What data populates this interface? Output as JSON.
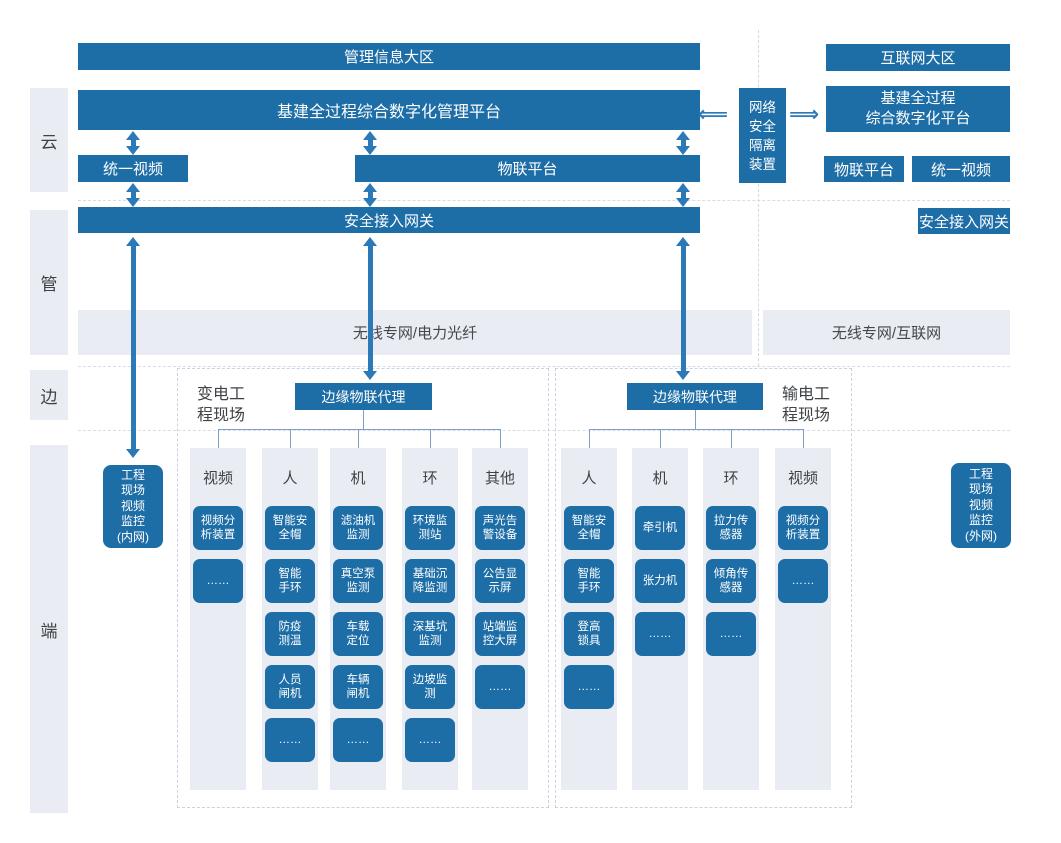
{
  "colors": {
    "primary_blue": "#1d6da6",
    "arrow_blue": "#2b79b7",
    "panel_gray": "#e9edf3",
    "text_dark": "#3f4246"
  },
  "layers": {
    "cloud": "云",
    "pipe": "管",
    "edge": "边",
    "terminal": "端"
  },
  "internal_zone": {
    "zone_title": "管理信息大区",
    "platform": "基建全过程综合数字化管理平台",
    "unified_video": "统一视频",
    "iot_platform": "物联平台",
    "gateway": "安全接入网关",
    "network_band": "无线专网/电力光纤",
    "video_monitor": "工程\n现场\n视频\n监控\n(内网)"
  },
  "internet_zone": {
    "zone_title": "互联网大区",
    "platform": "基建全过程\n综合数字化平台",
    "iot_platform": "物联平台",
    "unified_video": "统一视频",
    "gateway": "安全接入网关",
    "network_band": "无线专网/互联网",
    "video_monitor": "工程\n现场\n视频\n监控\n(外网)"
  },
  "isolation_device": {
    "label": "网络\n安全\n隔离\n装置",
    "left_arrow": "⟸",
    "right_arrow": "⟹"
  },
  "substation_site": {
    "label": "变电工\n程现场",
    "agent": "边缘物联代理",
    "columns": [
      {
        "header": "视频",
        "items": [
          "视频分\n析装置",
          "……"
        ]
      },
      {
        "header": "人",
        "items": [
          "智能安\n全帽",
          "智能\n手环",
          "防疫\n测温",
          "人员\n闸机",
          "……"
        ]
      },
      {
        "header": "机",
        "items": [
          "滤油机\n监测",
          "真空泵\n监测",
          "车载\n定位",
          "车辆\n闸机",
          "……"
        ]
      },
      {
        "header": "环",
        "items": [
          "环境监\n测站",
          "基础沉\n降监测",
          "深基坑\n监测",
          "边坡监\n测",
          "……"
        ]
      },
      {
        "header": "其他",
        "items": [
          "声光告\n警设备",
          "公告显\n示屏",
          "站端监\n控大屏",
          "……"
        ]
      }
    ]
  },
  "transmission_site": {
    "label": "输电工\n程现场",
    "agent": "边缘物联代理",
    "columns": [
      {
        "header": "人",
        "items": [
          "智能安\n全帽",
          "智能\n手环",
          "登高\n锁具",
          "……"
        ]
      },
      {
        "header": "机",
        "items": [
          "牵引机",
          "张力机",
          "……"
        ]
      },
      {
        "header": "环",
        "items": [
          "拉力传\n感器",
          "倾角传\n感器",
          "……"
        ]
      },
      {
        "header": "视频",
        "items": [
          "视频分\n析装置",
          "……"
        ]
      }
    ]
  }
}
